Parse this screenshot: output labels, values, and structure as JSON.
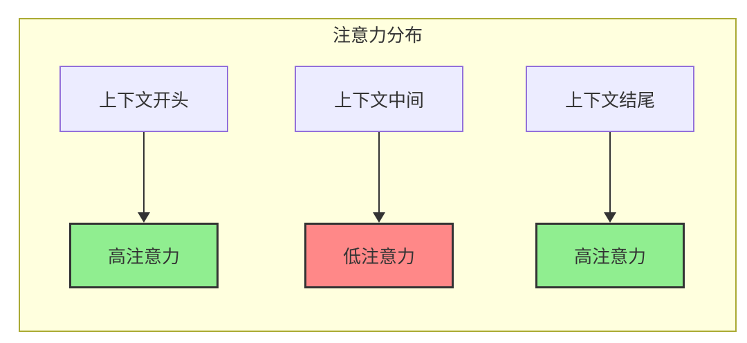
{
  "diagram": {
    "title": "注意力分布",
    "columns": [
      {
        "source": "上下文开头",
        "target": "高注意力",
        "level": "high"
      },
      {
        "source": "上下文中间",
        "target": "低注意力",
        "level": "low"
      },
      {
        "source": "上下文结尾",
        "target": "高注意力",
        "level": "high"
      }
    ],
    "colors": {
      "page_bg": "#ffffff",
      "container_bg": "#ffffde",
      "container_border": "#aaaa33",
      "source_fill": "#ececff",
      "source_border": "#9370db",
      "high_fill": "#90ee90",
      "low_fill": "#ff8888",
      "target_border": "#333333",
      "arrow": "#333333",
      "text": "#333333"
    }
  }
}
